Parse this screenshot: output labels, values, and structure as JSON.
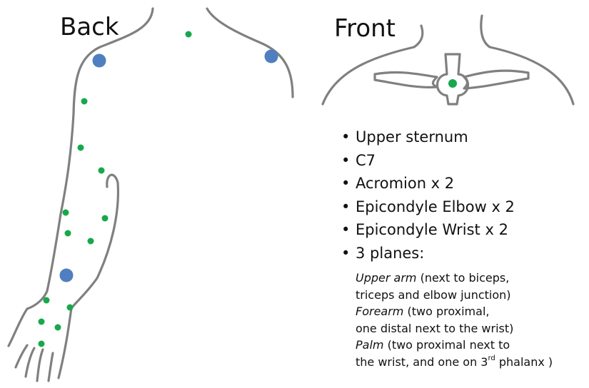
{
  "labels": {
    "back": "Back",
    "front": "Front"
  },
  "marker_list": [
    "Upper sternum",
    "C7",
    "Acromion x 2",
    "Epicondyle Elbow x 2",
    "Epicondyle Wrist x 2",
    "3 planes:"
  ],
  "planes": {
    "upper_arm_name": "Upper arm",
    "upper_arm_desc_1": " (next to biceps,",
    "upper_arm_desc_2": "triceps and elbow junction)",
    "forearm_name": "Forearm",
    "forearm_desc_1": " (two proximal,",
    "forearm_desc_2": "one distal next to the wrist)",
    "palm_name": "Palm",
    "palm_desc_1": " (two proximal next to",
    "palm_desc_2_pre": "the wrist, and one on 3",
    "palm_desc_2_sup": "rd",
    "palm_desc_2_post": " phalanx )"
  },
  "colors": {
    "outline": "#808080",
    "large_marker": "#4f7fc1",
    "small_marker": "#17a84c"
  }
}
